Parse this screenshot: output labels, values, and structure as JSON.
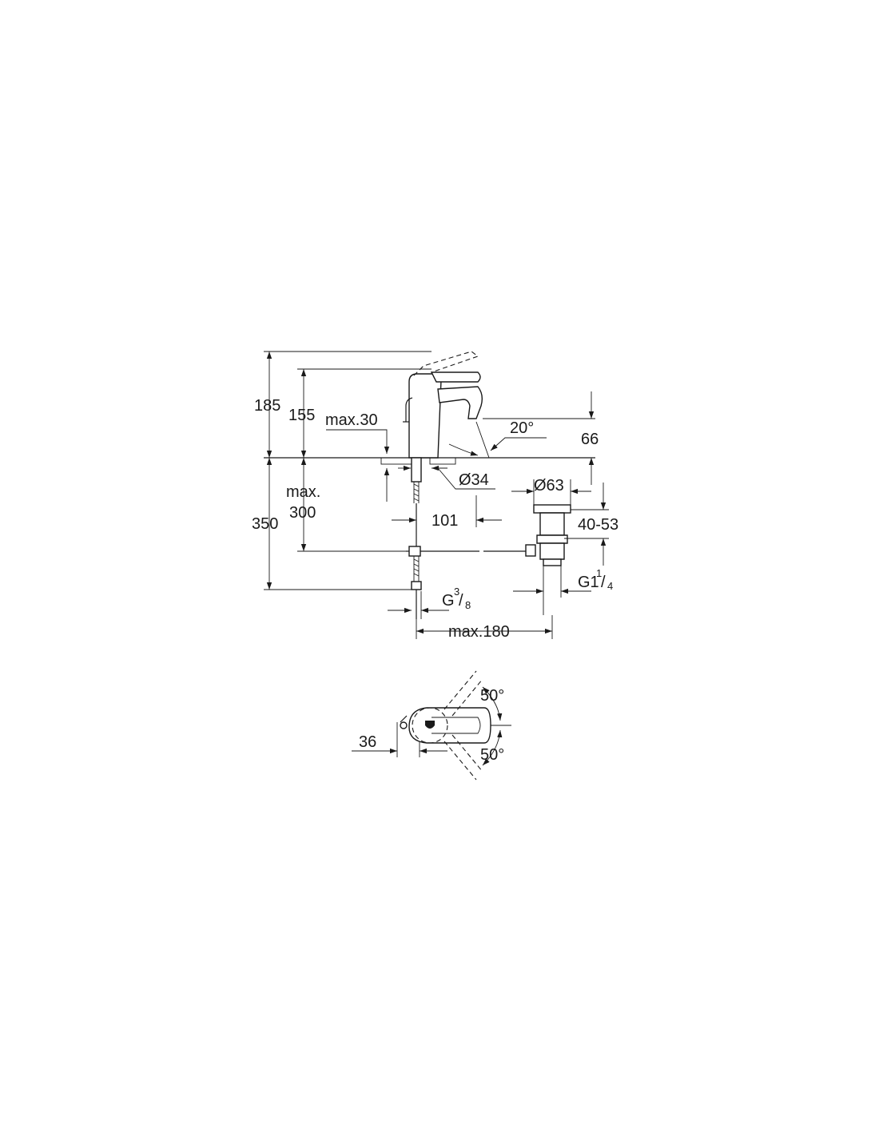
{
  "side_view": {
    "dim_185": "185",
    "dim_155": "155",
    "dim_max30": "max.30",
    "dim_20deg": "20°",
    "dim_66": "66",
    "dim_d34": "Ø34",
    "dim_d63": "Ø63",
    "dim_max": "max.",
    "dim_300": "300",
    "dim_350": "350",
    "dim_101": "101",
    "dim_40_53": "40-53",
    "dim_g1_main": "G1",
    "dim_g1_num": "1",
    "dim_g1_den": "4",
    "dim_g38_main": "G",
    "dim_g38_num": "3",
    "dim_g38_den": "8",
    "dim_max180": "max.180"
  },
  "top_view": {
    "dim_50_top": "50°",
    "dim_50_bottom": "50°",
    "dim_36": "36"
  }
}
